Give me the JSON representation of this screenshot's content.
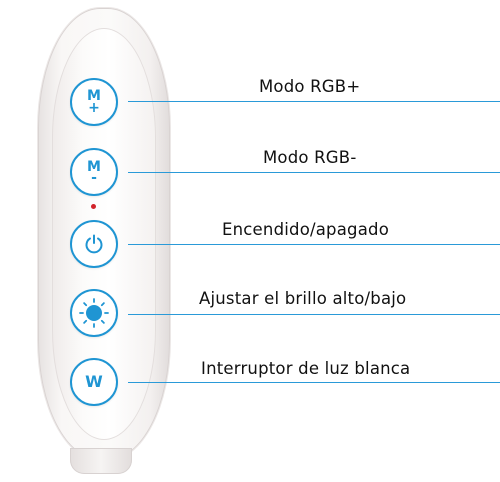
{
  "buttons": [
    {
      "id": "mode-up",
      "glyph": "M+",
      "label": "Modo RGB+"
    },
    {
      "id": "mode-down",
      "glyph": "M-",
      "label": "Modo RGB-"
    },
    {
      "id": "power",
      "glyph": "power-icon",
      "label": "Encendido/apagado"
    },
    {
      "id": "brightness",
      "glyph": "brightness-icon",
      "label": "Ajustar el brillo alto/bajo"
    },
    {
      "id": "white",
      "glyph": "W",
      "label": "Interruptor de luz blanca"
    }
  ],
  "glyphs": {
    "m": "M",
    "plus": "+",
    "minus": "-",
    "w": "W"
  },
  "colors": {
    "accent": "#1f95d3",
    "line": "#2a9ad8",
    "led": "#d2232a"
  }
}
